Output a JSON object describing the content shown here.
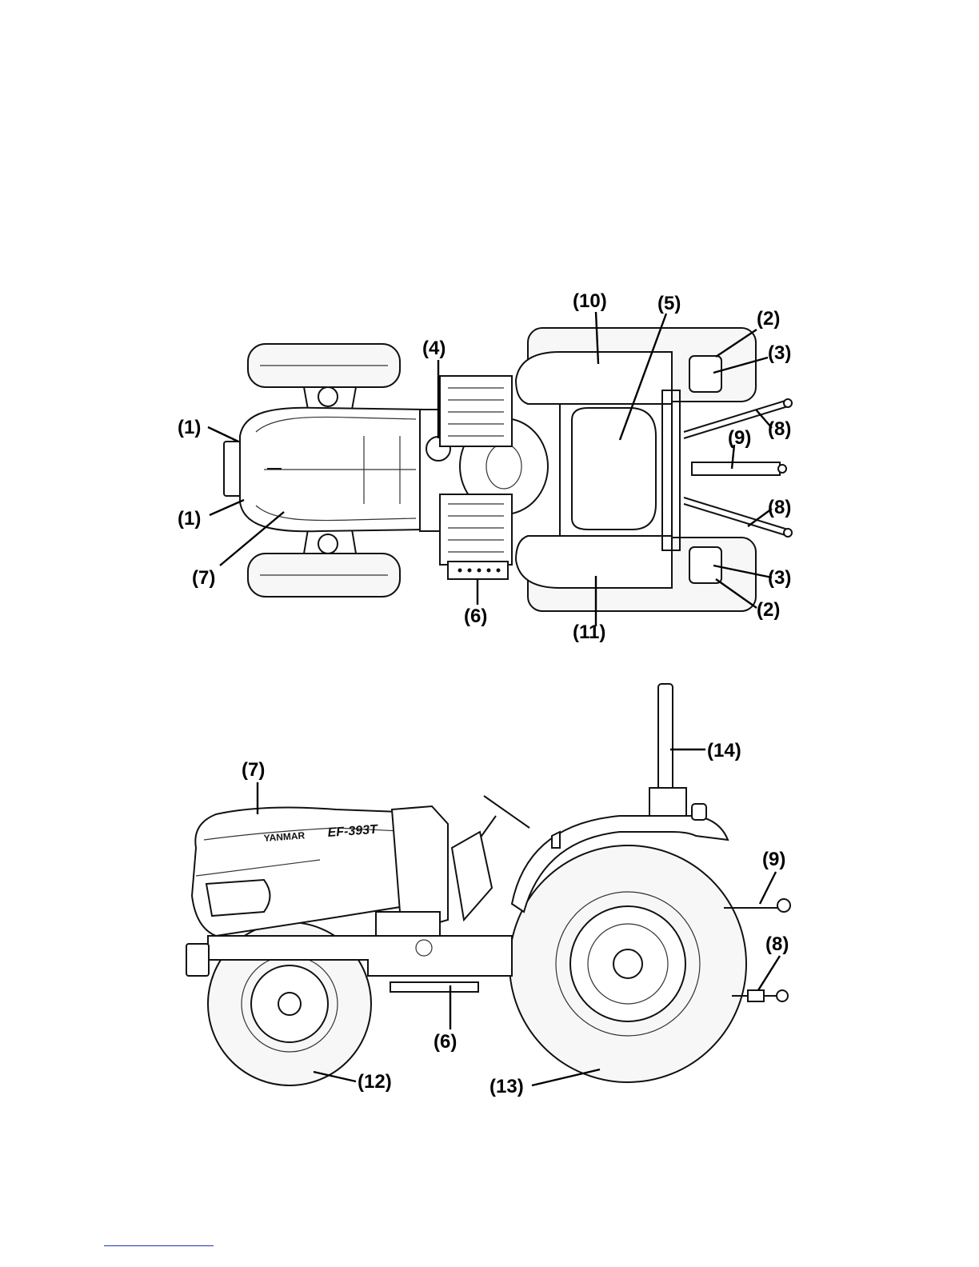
{
  "top_view": {
    "callouts": [
      "(1)",
      "(1)",
      "(7)",
      "(4)",
      "(6)",
      "(10)",
      "(5)",
      "(11)",
      "(2)",
      "(3)",
      "(8)",
      "(9)",
      "(8)",
      "(3)",
      "(2)"
    ]
  },
  "side_view": {
    "callouts": [
      "(7)",
      "(14)",
      "(9)",
      "(8)",
      "(6)",
      "(12)",
      "(13)"
    ],
    "hood_brand": "YANMAR",
    "hood_model": "EF-393T"
  }
}
